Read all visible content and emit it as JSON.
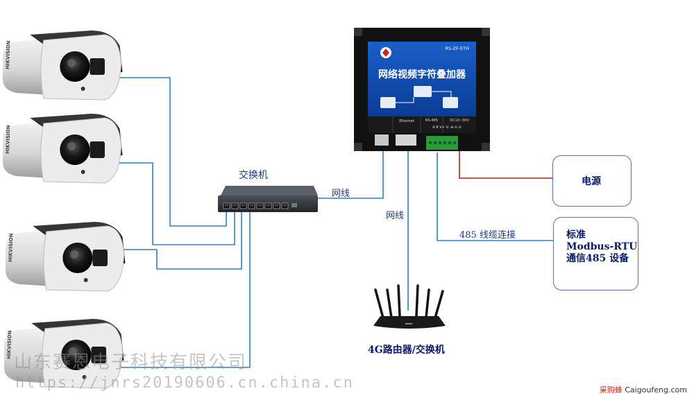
{
  "labels": {
    "switch": "交换机",
    "cable_to_device": "网线",
    "cable_to_router": "网线",
    "cable_485": "485 线缆连接",
    "router": "4G路由器/交换机"
  },
  "power_box": {
    "text": "电源"
  },
  "modbus_box": {
    "line1": "标准",
    "line2": "Modbus-RTU",
    "line3": "通信485 设备"
  },
  "device": {
    "model": "RS-ZF-ETH",
    "title": "网络视频字符叠加器",
    "port_ethernet": "Ethernet",
    "port_rs485": "RS-485",
    "port_dc": "DC10~30V",
    "pins": "A  B  V+  V-  ⊕ ⊖ ⊖"
  },
  "camera_brand": "HIKVISION",
  "watermark": {
    "company": "山东赛恩电子科技有限公司",
    "url": "https://jnrs20190606.cn.china.cn"
  },
  "corner_mark": {
    "cn": "采购蜂",
    "en": "Caigoufeng.com"
  },
  "colors": {
    "cable_blue": "#2f7fc0",
    "cable_red": "#b02020",
    "cable_green": "#2a9a3a",
    "label_blue": "#1a3a8a"
  }
}
